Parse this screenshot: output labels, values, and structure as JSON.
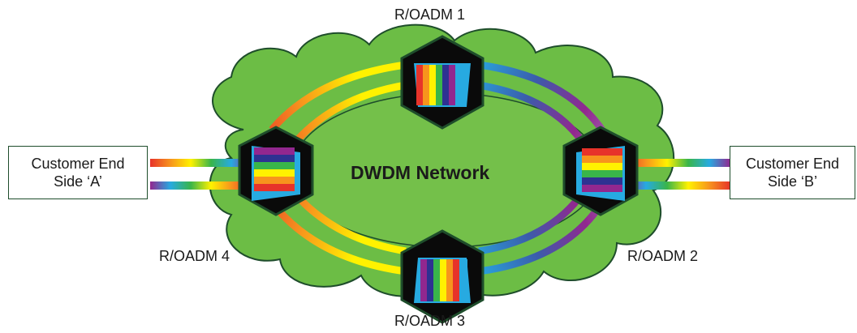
{
  "diagram": {
    "center_label": "DWDM Network",
    "nodes": [
      {
        "id": "n1",
        "label": "R/OADM 1"
      },
      {
        "id": "n2",
        "label": "R/OADM 2"
      },
      {
        "id": "n3",
        "label": "R/OADM 3"
      },
      {
        "id": "n4",
        "label": "R/OADM 4"
      }
    ],
    "customers": {
      "a": {
        "line1": "Customer End",
        "line2": "Side ‘A’"
      },
      "b": {
        "line1": "Customer End",
        "line2": "Side ‘B’"
      }
    },
    "colors": {
      "cloud_fill": "#6cbd45",
      "cloud_stroke": "#1e4d2b",
      "inner_fill": "#74c04a",
      "hexagon_fill": "#0a0a0a",
      "hexagon_stroke": "#1e4d2b",
      "spectrum": [
        "#e7332a",
        "#f7941d",
        "#fff200",
        "#39b54a",
        "#2e3192",
        "#92278f",
        "#27aae1"
      ]
    }
  }
}
